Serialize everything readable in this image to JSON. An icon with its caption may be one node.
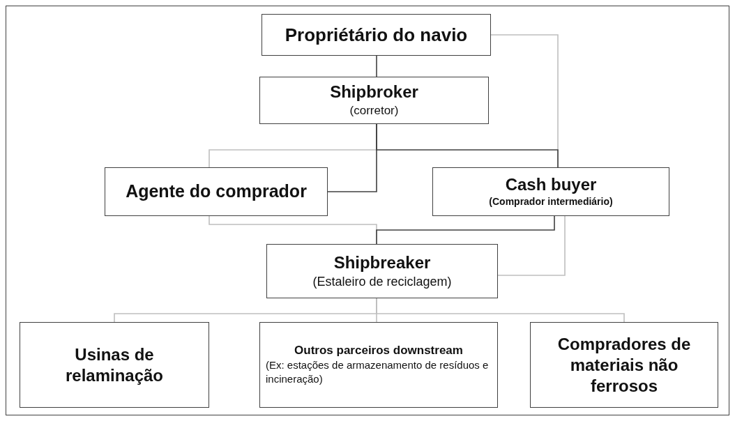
{
  "diagram": {
    "nodes": [
      {
        "text": [
          "Propriétário do navio"
        ]
      },
      {
        "text": [
          "Shipbroker",
          "(corretor)"
        ]
      },
      {
        "text": [
          "Agente do comprador"
        ]
      },
      {
        "text": [
          "Cash buyer",
          "(Comprador intermediário)"
        ]
      },
      {
        "text": [
          "Shipbreaker",
          "(Estaleiro de reciclagem)"
        ]
      },
      {
        "text": [
          "Usinas de relaminação"
        ]
      },
      {
        "text": [
          "Outros parceiros downstream",
          "(Ex: estações de armazenamento de resíduos e incineração)"
        ]
      },
      {
        "text": [
          "Compradores de materiais não ferrosos"
        ]
      }
    ],
    "edges": [
      {
        "from": 0,
        "to": 3,
        "arrow": "none"
      },
      {
        "from": 1,
        "to": 2,
        "arrow": "none"
      },
      {
        "from": 2,
        "to": 4,
        "arrow": "none"
      },
      {
        "from": 3,
        "to": 4,
        "arrow": "none"
      },
      {
        "from": 4,
        "to": 5,
        "arrow": "none"
      },
      {
        "from": 4,
        "to": 6,
        "arrow": "none"
      },
      {
        "from": 4,
        "to": 7,
        "arrow": "none"
      },
      {
        "from": 0,
        "to": 1,
        "arrow": "none",
        "color": "#404040"
      },
      {
        "from": 1,
        "to": 2,
        "arrow": "none",
        "color": "#404040"
      },
      {
        "from": 1,
        "to": 3,
        "arrow": "none",
        "color": "#404040"
      },
      {
        "from": 3,
        "to": 4,
        "arrow": "none",
        "color": "#404040"
      }
    ]
  }
}
